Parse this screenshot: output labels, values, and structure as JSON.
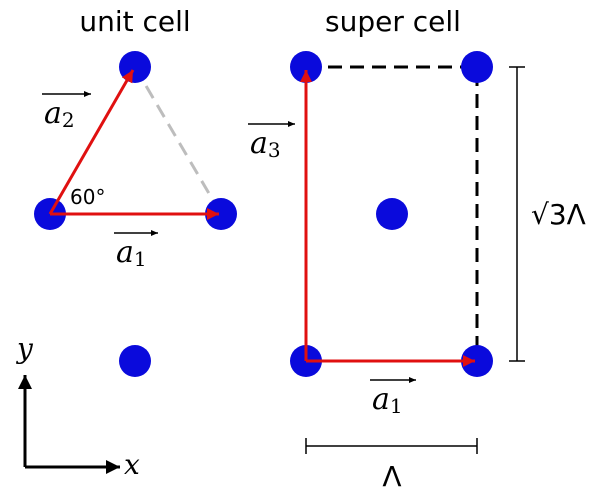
{
  "titles": {
    "unit_cell": "unit cell",
    "super_cell": "super cell"
  },
  "labels": {
    "a1_base": "a",
    "a1_sub": "1",
    "a2_base": "a",
    "a2_sub": "2",
    "a3_base": "a",
    "a3_sub": "3",
    "a1_super_base": "a",
    "a1_super_sub": "1",
    "angle": "60°",
    "height": "√3Λ",
    "width": "Λ",
    "axis_x": "x",
    "axis_y": "y"
  },
  "colors": {
    "atom": "#0a0adc",
    "vector": "#e01010",
    "dashed_unit": "#bdbdbd",
    "dashed_super": "#000000",
    "ink": "#000000"
  }
}
